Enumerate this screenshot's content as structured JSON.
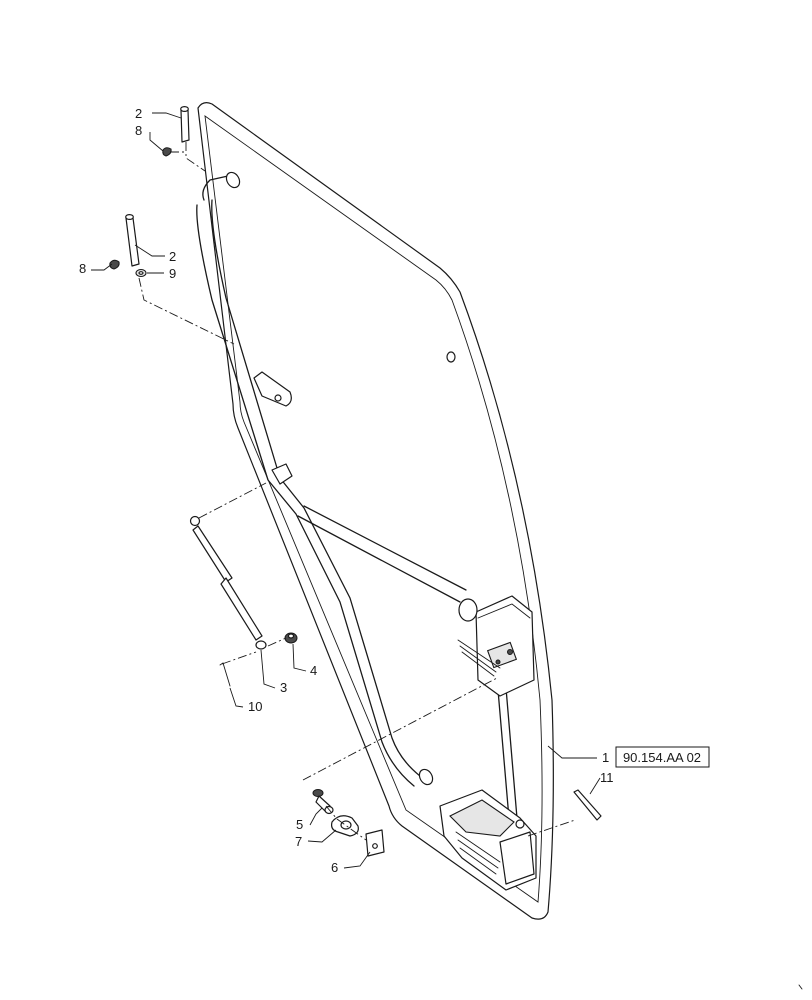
{
  "callouts": [
    {
      "id": "c1",
      "label": "1"
    },
    {
      "id": "c2a",
      "label": "2"
    },
    {
      "id": "c2b",
      "label": "2"
    },
    {
      "id": "c3",
      "label": "3"
    },
    {
      "id": "c4",
      "label": "4"
    },
    {
      "id": "c5",
      "label": "5"
    },
    {
      "id": "c6",
      "label": "6"
    },
    {
      "id": "c7",
      "label": "7"
    },
    {
      "id": "c8a",
      "label": "8"
    },
    {
      "id": "c8b",
      "label": "8"
    },
    {
      "id": "c9",
      "label": "9"
    },
    {
      "id": "c10",
      "label": "10"
    },
    {
      "id": "c11",
      "label": "11"
    }
  ],
  "reference_box": {
    "label": "90.154.AA 02"
  }
}
